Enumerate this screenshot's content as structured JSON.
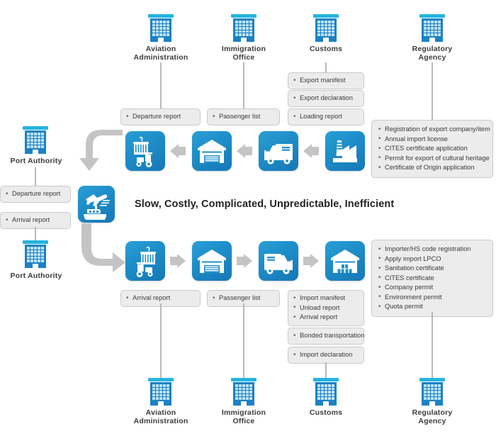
{
  "diagram": {
    "tagline": "Slow, Costly, Complicated, Unpredictable, Inefficient"
  },
  "top_agencies": [
    {
      "name": "aviation-administration",
      "label_line1": "Aviation",
      "label_line2": "Administration"
    },
    {
      "name": "immigration-office",
      "label_line1": "Immigration",
      "label_line2": "Office"
    },
    {
      "name": "customs",
      "label_line1": "Customs",
      "label_line2": ""
    },
    {
      "name": "regulatory-agency",
      "label_line1": "Regulatory",
      "label_line2": "Agency"
    }
  ],
  "bottom_agencies": [
    {
      "name": "aviation-administration",
      "label_line1": "Aviation",
      "label_line2": "Administration"
    },
    {
      "name": "immigration-office",
      "label_line1": "Immigration",
      "label_line2": "Office"
    },
    {
      "name": "customs",
      "label_line1": "Customs",
      "label_line2": ""
    },
    {
      "name": "regulatory-agency",
      "label_line1": "Regulatory",
      "label_line2": "Agency"
    }
  ],
  "left_agencies": [
    {
      "name": "port-authority-top",
      "label": "Port Authority"
    },
    {
      "name": "port-authority-bottom",
      "label": "Port Authority"
    }
  ],
  "left_notes": [
    {
      "items": [
        "Departure report"
      ]
    },
    {
      "items": [
        "Arrival report"
      ]
    }
  ],
  "export_notes": {
    "departure_report": [
      "Departure report"
    ],
    "passenger_list": [
      "Passenger list"
    ],
    "export_manifest": [
      "Export manifest"
    ],
    "export_declaration": [
      "Export declaration"
    ],
    "loading_report": [
      "Loading report"
    ],
    "regulatory": [
      "Registration of export company/item",
      "Annual import license",
      "CITES certificate application",
      "Permit for export of cultural heritage",
      "Certificate of Origin application"
    ]
  },
  "import_notes": {
    "arrival_report": [
      "Arrival report"
    ],
    "passenger_list": [
      "Passenger list"
    ],
    "import_manifest": [
      "Import manifest",
      "Unload report",
      "Arrival report"
    ],
    "bonded_transportation": [
      "Bonded transportation"
    ],
    "import_declaration": [
      "Import declaration"
    ],
    "regulatory": [
      "Importer/HS code registration",
      "Apply import LPCO",
      "Sanitation certificate",
      "CITES certificate",
      "Company permit",
      "Environment permit",
      "Quota permit"
    ]
  },
  "export_flow": [
    {
      "name": "container-forklift",
      "icon": "container-forklift-icon"
    },
    {
      "name": "warehouse",
      "icon": "warehouse-icon"
    },
    {
      "name": "truck",
      "icon": "truck-icon"
    },
    {
      "name": "factory",
      "icon": "factory-icon"
    }
  ],
  "import_flow": [
    {
      "name": "container-forklift",
      "icon": "container-forklift-icon"
    },
    {
      "name": "warehouse",
      "icon": "warehouse-icon"
    },
    {
      "name": "truck",
      "icon": "truck-icon"
    },
    {
      "name": "warehouse-storage",
      "icon": "warehouse-storage-icon"
    }
  ],
  "hub": {
    "name": "port-hub",
    "icon": "plane-ship-icon"
  },
  "colors": {
    "tile_blue": "#1f8fca",
    "building_blue": "#1b82c4",
    "building_roof": "#25b4e0",
    "window": "#bfe4f5",
    "note_bg": "#ececec",
    "note_border": "#c9c9c9",
    "arrow_grey": "#c4c4c4",
    "line_grey": "#b9b9b9",
    "text_dark": "#3c3c3c"
  }
}
